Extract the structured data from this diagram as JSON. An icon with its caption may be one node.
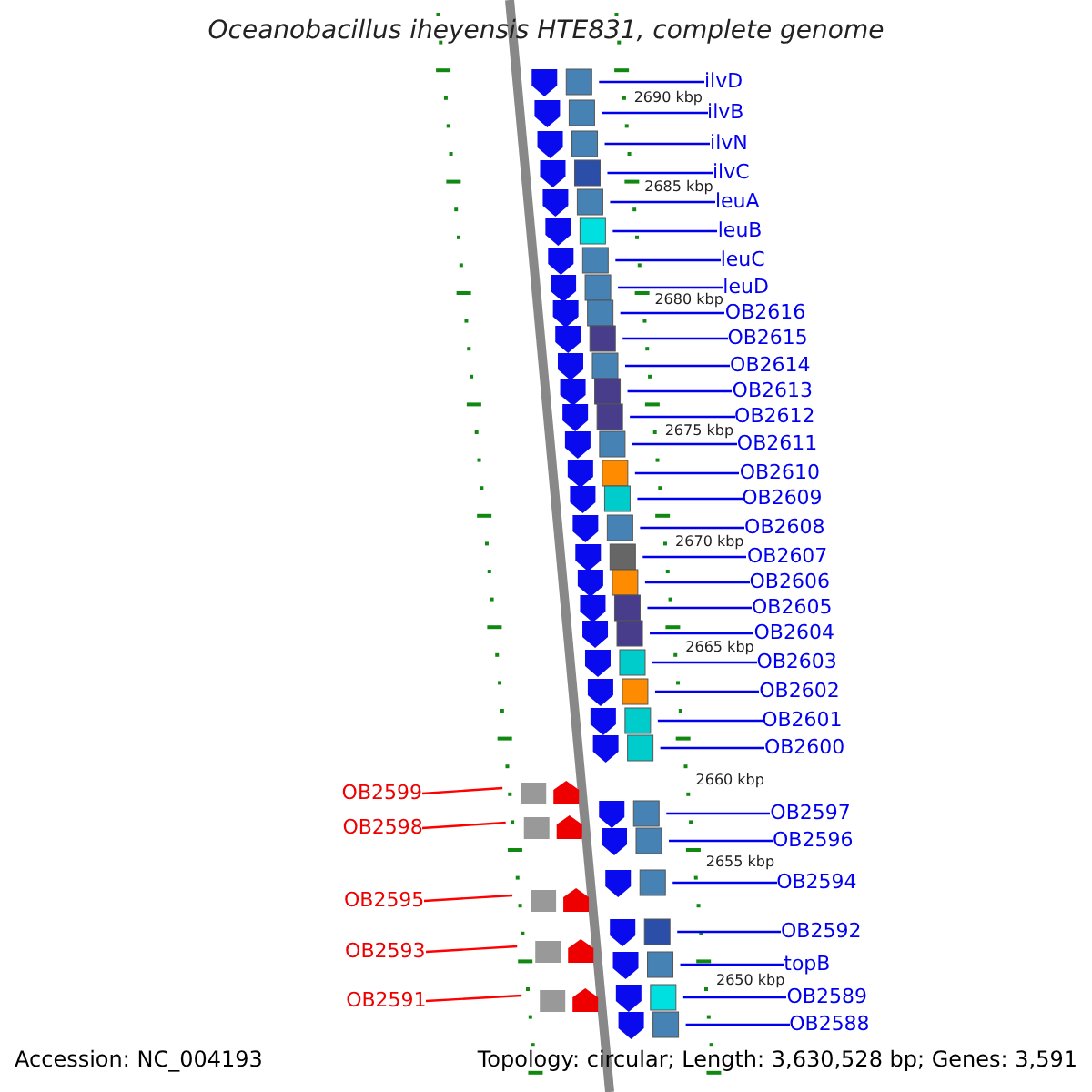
{
  "diagram": {
    "title": "Oceanobacillus iheyensis HTE831, complete genome",
    "nodes": [
      {
        "text": [
          "ilvD"
        ]
      },
      {
        "text": [
          "ilvB"
        ]
      },
      {
        "text": [
          "ilvN"
        ]
      },
      {
        "text": [
          "ilvC"
        ]
      },
      {
        "text": [
          "leuA"
        ]
      },
      {
        "text": [
          "leuB"
        ]
      },
      {
        "text": [
          "leuC"
        ]
      },
      {
        "text": [
          "leuD"
        ]
      },
      {
        "text": [
          "OB2616"
        ]
      },
      {
        "text": [
          "OB2615"
        ]
      },
      {
        "text": [
          "OB2614"
        ]
      },
      {
        "text": [
          "OB2613"
        ]
      },
      {
        "text": [
          "OB2612"
        ]
      },
      {
        "text": [
          "OB2611"
        ]
      },
      {
        "text": [
          "OB2610"
        ]
      },
      {
        "text": [
          "OB2609"
        ]
      },
      {
        "text": [
          "OB2608"
        ]
      },
      {
        "text": [
          "OB2607"
        ]
      },
      {
        "text": [
          "OB2606"
        ]
      },
      {
        "text": [
          "OB2605"
        ]
      },
      {
        "text": [
          "OB2604"
        ]
      },
      {
        "text": [
          "OB2603"
        ]
      },
      {
        "text": [
          "OB2602"
        ]
      },
      {
        "text": [
          "OB2601"
        ]
      },
      {
        "text": [
          "OB2600"
        ]
      },
      {
        "text": [
          "OB2599"
        ]
      },
      {
        "text": [
          "OB2598"
        ]
      },
      {
        "text": [
          "OB2597"
        ]
      },
      {
        "text": [
          "OB2596"
        ]
      },
      {
        "text": [
          "OB2595"
        ]
      },
      {
        "text": [
          "OB2594"
        ]
      },
      {
        "text": [
          "OB2593"
        ]
      },
      {
        "text": [
          "OB2592"
        ]
      },
      {
        "text": [
          "OB2591"
        ]
      },
      {
        "text": [
          "topB"
        ]
      },
      {
        "text": [
          "OB2589"
        ]
      },
      {
        "text": [
          "OB2588"
        ]
      }
    ],
    "edges": [
      {
        "from": 0,
        "to": null,
        "arrow": "none"
      },
      {
        "from": 1,
        "to": null,
        "arrow": "none"
      },
      {
        "from": 2,
        "to": null,
        "arrow": "none"
      },
      {
        "from": 3,
        "to": null,
        "arrow": "none"
      },
      {
        "from": 4,
        "to": null,
        "arrow": "none"
      },
      {
        "from": 5,
        "to": null,
        "arrow": "none"
      },
      {
        "from": 6,
        "to": null,
        "arrow": "none"
      },
      {
        "from": 7,
        "to": null,
        "arrow": "none"
      },
      {
        "from": 8,
        "to": null,
        "arrow": "none"
      },
      {
        "from": 9,
        "to": null,
        "arrow": "none"
      },
      {
        "from": 10,
        "to": null,
        "arrow": "none"
      },
      {
        "from": 11,
        "to": null,
        "arrow": "none"
      },
      {
        "from": 12,
        "to": null,
        "arrow": "none"
      },
      {
        "from": 13,
        "to": null,
        "arrow": "none"
      },
      {
        "from": 14,
        "to": null,
        "arrow": "none"
      },
      {
        "from": 15,
        "to": null,
        "arrow": "none"
      },
      {
        "from": 16,
        "to": null,
        "arrow": "none"
      },
      {
        "from": 17,
        "to": null,
        "arrow": "none"
      },
      {
        "from": 18,
        "to": null,
        "arrow": "none"
      },
      {
        "from": 19,
        "to": null,
        "arrow": "none"
      },
      {
        "from": 20,
        "to": null,
        "arrow": "none"
      },
      {
        "from": 21,
        "to": null,
        "arrow": "none"
      },
      {
        "from": 22,
        "to": null,
        "arrow": "none"
      },
      {
        "from": 23,
        "to": null,
        "arrow": "none"
      },
      {
        "from": 24,
        "to": null,
        "arrow": "none"
      },
      {
        "from": 25,
        "to": null,
        "arrow": "none",
        "color": "#ff0000"
      },
      {
        "from": 26,
        "to": null,
        "arrow": "none",
        "color": "#ff0000"
      },
      {
        "from": 27,
        "to": null,
        "arrow": "none"
      },
      {
        "from": 28,
        "to": null,
        "arrow": "none"
      },
      {
        "from": 29,
        "to": null,
        "arrow": "none",
        "color": "#ff0000"
      },
      {
        "from": 30,
        "to": null,
        "arrow": "none"
      },
      {
        "from": 31,
        "to": null,
        "arrow": "none",
        "color": "#ff0000"
      },
      {
        "from": 32,
        "to": null,
        "arrow": "none"
      },
      {
        "from": 33,
        "to": null,
        "arrow": "none",
        "color": "#ff0000"
      },
      {
        "from": 34,
        "to": null,
        "arrow": "none"
      },
      {
        "from": 35,
        "to": null,
        "arrow": "none"
      },
      {
        "from": 36,
        "to": null,
        "arrow": "none"
      }
    ],
    "labels": [
      "2690 kbp",
      "2685 kbp",
      "2680 kbp",
      "2675 kbp",
      "2670 kbp",
      "2665 kbp",
      "2660 kbp",
      "2655 kbp",
      "2650 kbp",
      "Accession: NC_004193",
      "Topology: circular; Length: 3,630,528 bp; Genes: 3,591"
    ]
  }
}
